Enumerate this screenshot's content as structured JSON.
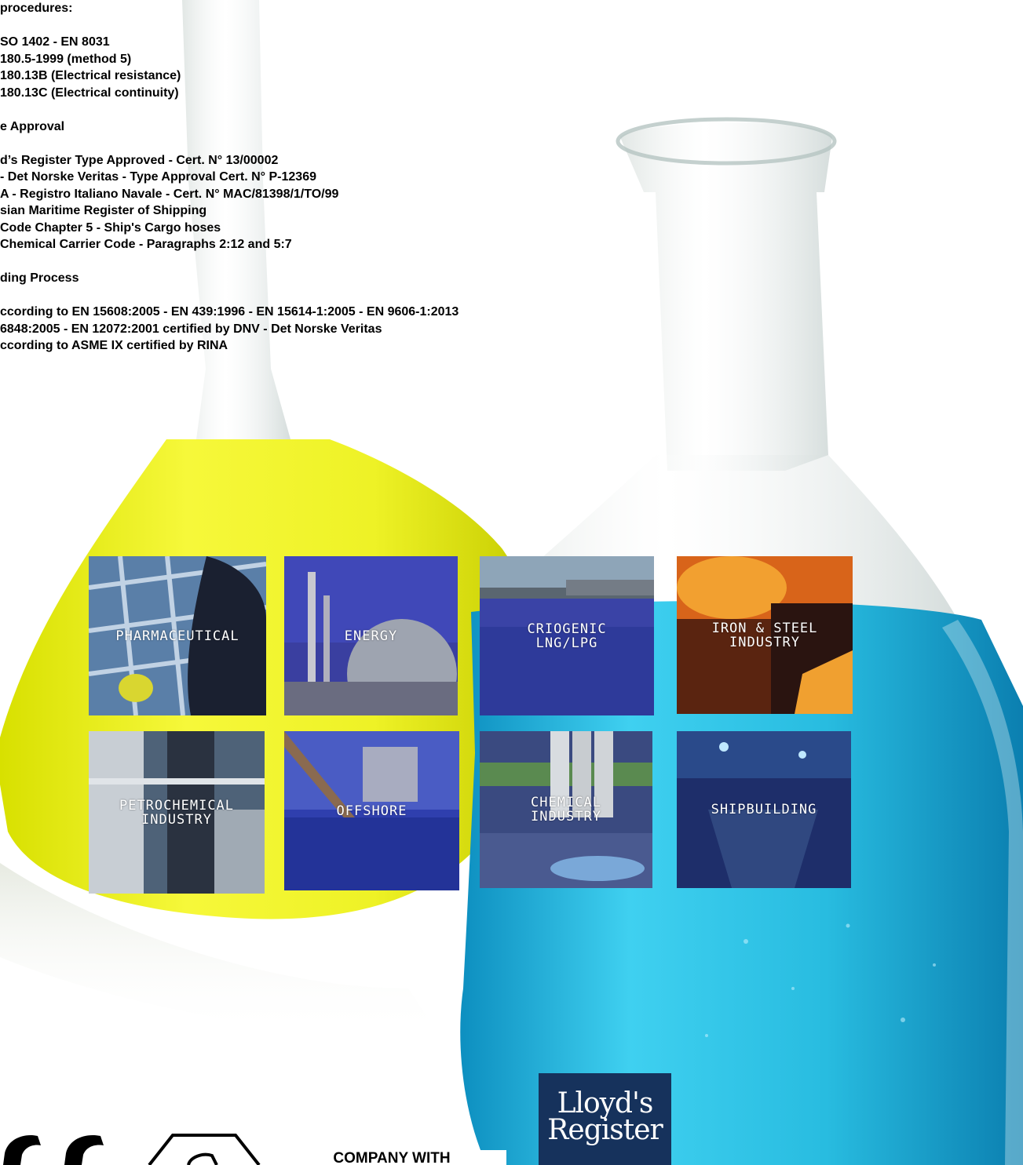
{
  "text": {
    "lines": [
      "procedures:",
      "",
      "SO 1402 - EN 8031",
      "180.5-1999 (method 5)",
      "180.13B (Electrical resistance)",
      "180.13C (Electrical continuity)",
      "",
      "e Approval",
      "",
      "d’s Register Type Approved - Cert. N° 13/00002",
      " - Det Norske Veritas - Type Approval Cert. N° P-12369",
      "A - Registro Italiano Navale - Cert. N° MAC/81398/1/TO/99",
      "sian Maritime Register of Shipping",
      "Code Chapter 5 - Ship's Cargo hoses",
      "Chemical Carrier Code - Paragraphs 2:12 and 5:7",
      "",
      "ding Process",
      "",
      "ccording to EN 15608:2005 - EN 439:1996 - EN 15614-1:2005 - EN 9606-1:2013",
      "6848:2005 - EN 12072:2001 certified by DNV - Det Norske Veritas",
      "ccording to ASME IX certified by RINA"
    ]
  },
  "tiles": [
    {
      "label": "PHARMACEUTICAL"
    },
    {
      "label": "ENERGY"
    },
    {
      "label": "CRIOGENIC\nLNG/LPG"
    },
    {
      "label": "IRON & STEEL\nINDUSTRY"
    },
    {
      "label": "PETROCHEMICAL\nINDUSTRY"
    },
    {
      "label": "OFFSHORE"
    },
    {
      "label": "CHEMICAL\nINDUSTRY"
    },
    {
      "label": "SHIPBUILDING"
    }
  ],
  "logos": {
    "lloyds": "Lloyd's\nRegister",
    "company": "COMPANY WITH"
  },
  "colors": {
    "yellow_liquid": "#f2f21e",
    "blue_liquid": "#1eb4d8",
    "lloyds_navy": "#16325c"
  }
}
